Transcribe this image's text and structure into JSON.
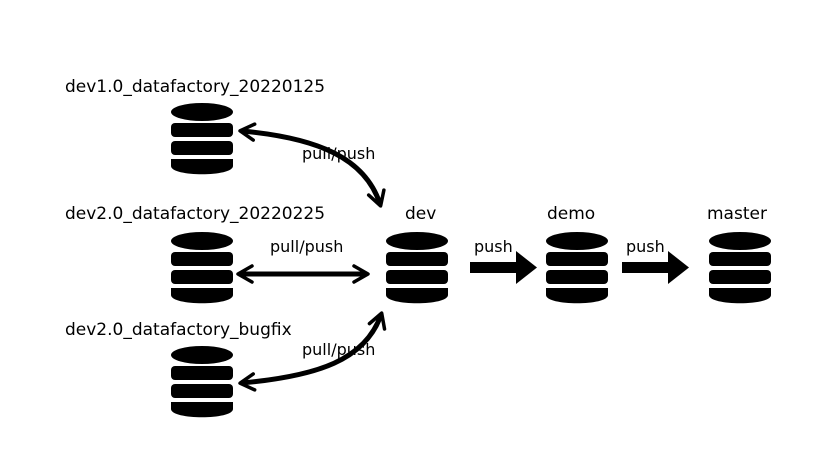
{
  "diagram": {
    "colors": {
      "ink": "#000000",
      "background": "#ffffff"
    },
    "nodes": {
      "dev1": {
        "label": "dev1.0_datafactory_20220125",
        "icon": "database-icon"
      },
      "dev2": {
        "label": "dev2.0_datafactory_20220225",
        "icon": "database-icon"
      },
      "bugfix": {
        "label": "dev2.0_datafactory_bugfix",
        "icon": "database-icon"
      },
      "dev": {
        "label": "dev",
        "icon": "database-icon"
      },
      "demo": {
        "label": "demo",
        "icon": "database-icon"
      },
      "master": {
        "label": "master",
        "icon": "database-icon"
      }
    },
    "edges": {
      "dev1_dev": {
        "label": "pull/push",
        "direction": "bidirectional"
      },
      "dev2_dev": {
        "label": "pull/push",
        "direction": "bidirectional"
      },
      "bugfix_dev": {
        "label": "pull/push",
        "direction": "bidirectional"
      },
      "dev_demo": {
        "label": "push",
        "direction": "forward"
      },
      "demo_master": {
        "label": "push",
        "direction": "forward"
      }
    }
  }
}
